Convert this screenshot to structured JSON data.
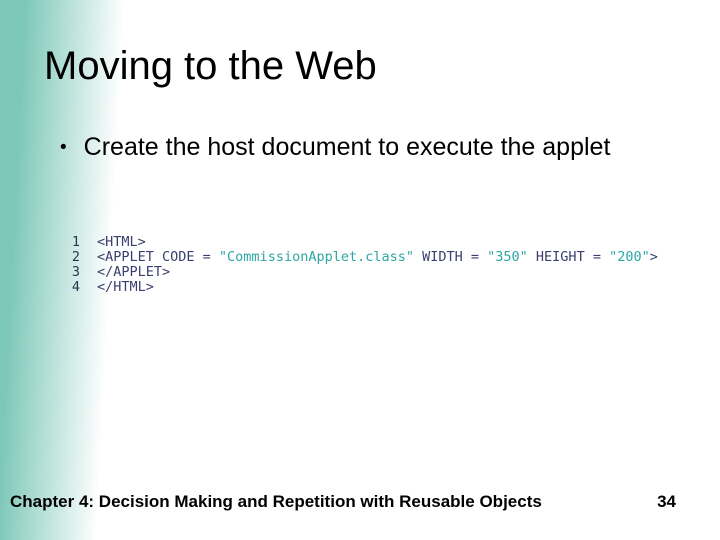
{
  "slide": {
    "title": "Moving to the Web",
    "bullet": {
      "glyph": "•",
      "text": "Create the host document to execute the applet"
    },
    "code": {
      "lines": [
        {
          "number": "1",
          "tokens": [
            {
              "t": "<HTML>",
              "c": "tag"
            }
          ]
        },
        {
          "number": "2",
          "tokens": [
            {
              "t": "<APPLET CODE = ",
              "c": "tag"
            },
            {
              "t": "\"CommissionApplet.class\"",
              "c": "string"
            },
            {
              "t": " WIDTH = ",
              "c": "tag"
            },
            {
              "t": "\"350\"",
              "c": "string"
            },
            {
              "t": " HEIGHT = ",
              "c": "tag"
            },
            {
              "t": "\"200\"",
              "c": "string"
            },
            {
              "t": ">",
              "c": "tag"
            }
          ]
        },
        {
          "number": "3",
          "tokens": [
            {
              "t": "</APPLET>",
              "c": "tag"
            }
          ]
        },
        {
          "number": "4",
          "tokens": [
            {
              "t": "</HTML>",
              "c": "tag"
            }
          ]
        }
      ]
    },
    "footer": {
      "left": "Chapter 4: Decision Making and Repetition with Reusable Objects",
      "page_number": "34"
    },
    "colors": {
      "gradient_teal": "#7ec8b9",
      "code_tag": "#3a3f6e",
      "code_string": "#2ca7a2",
      "line_number": "#2e3350",
      "text": "#000000"
    }
  }
}
